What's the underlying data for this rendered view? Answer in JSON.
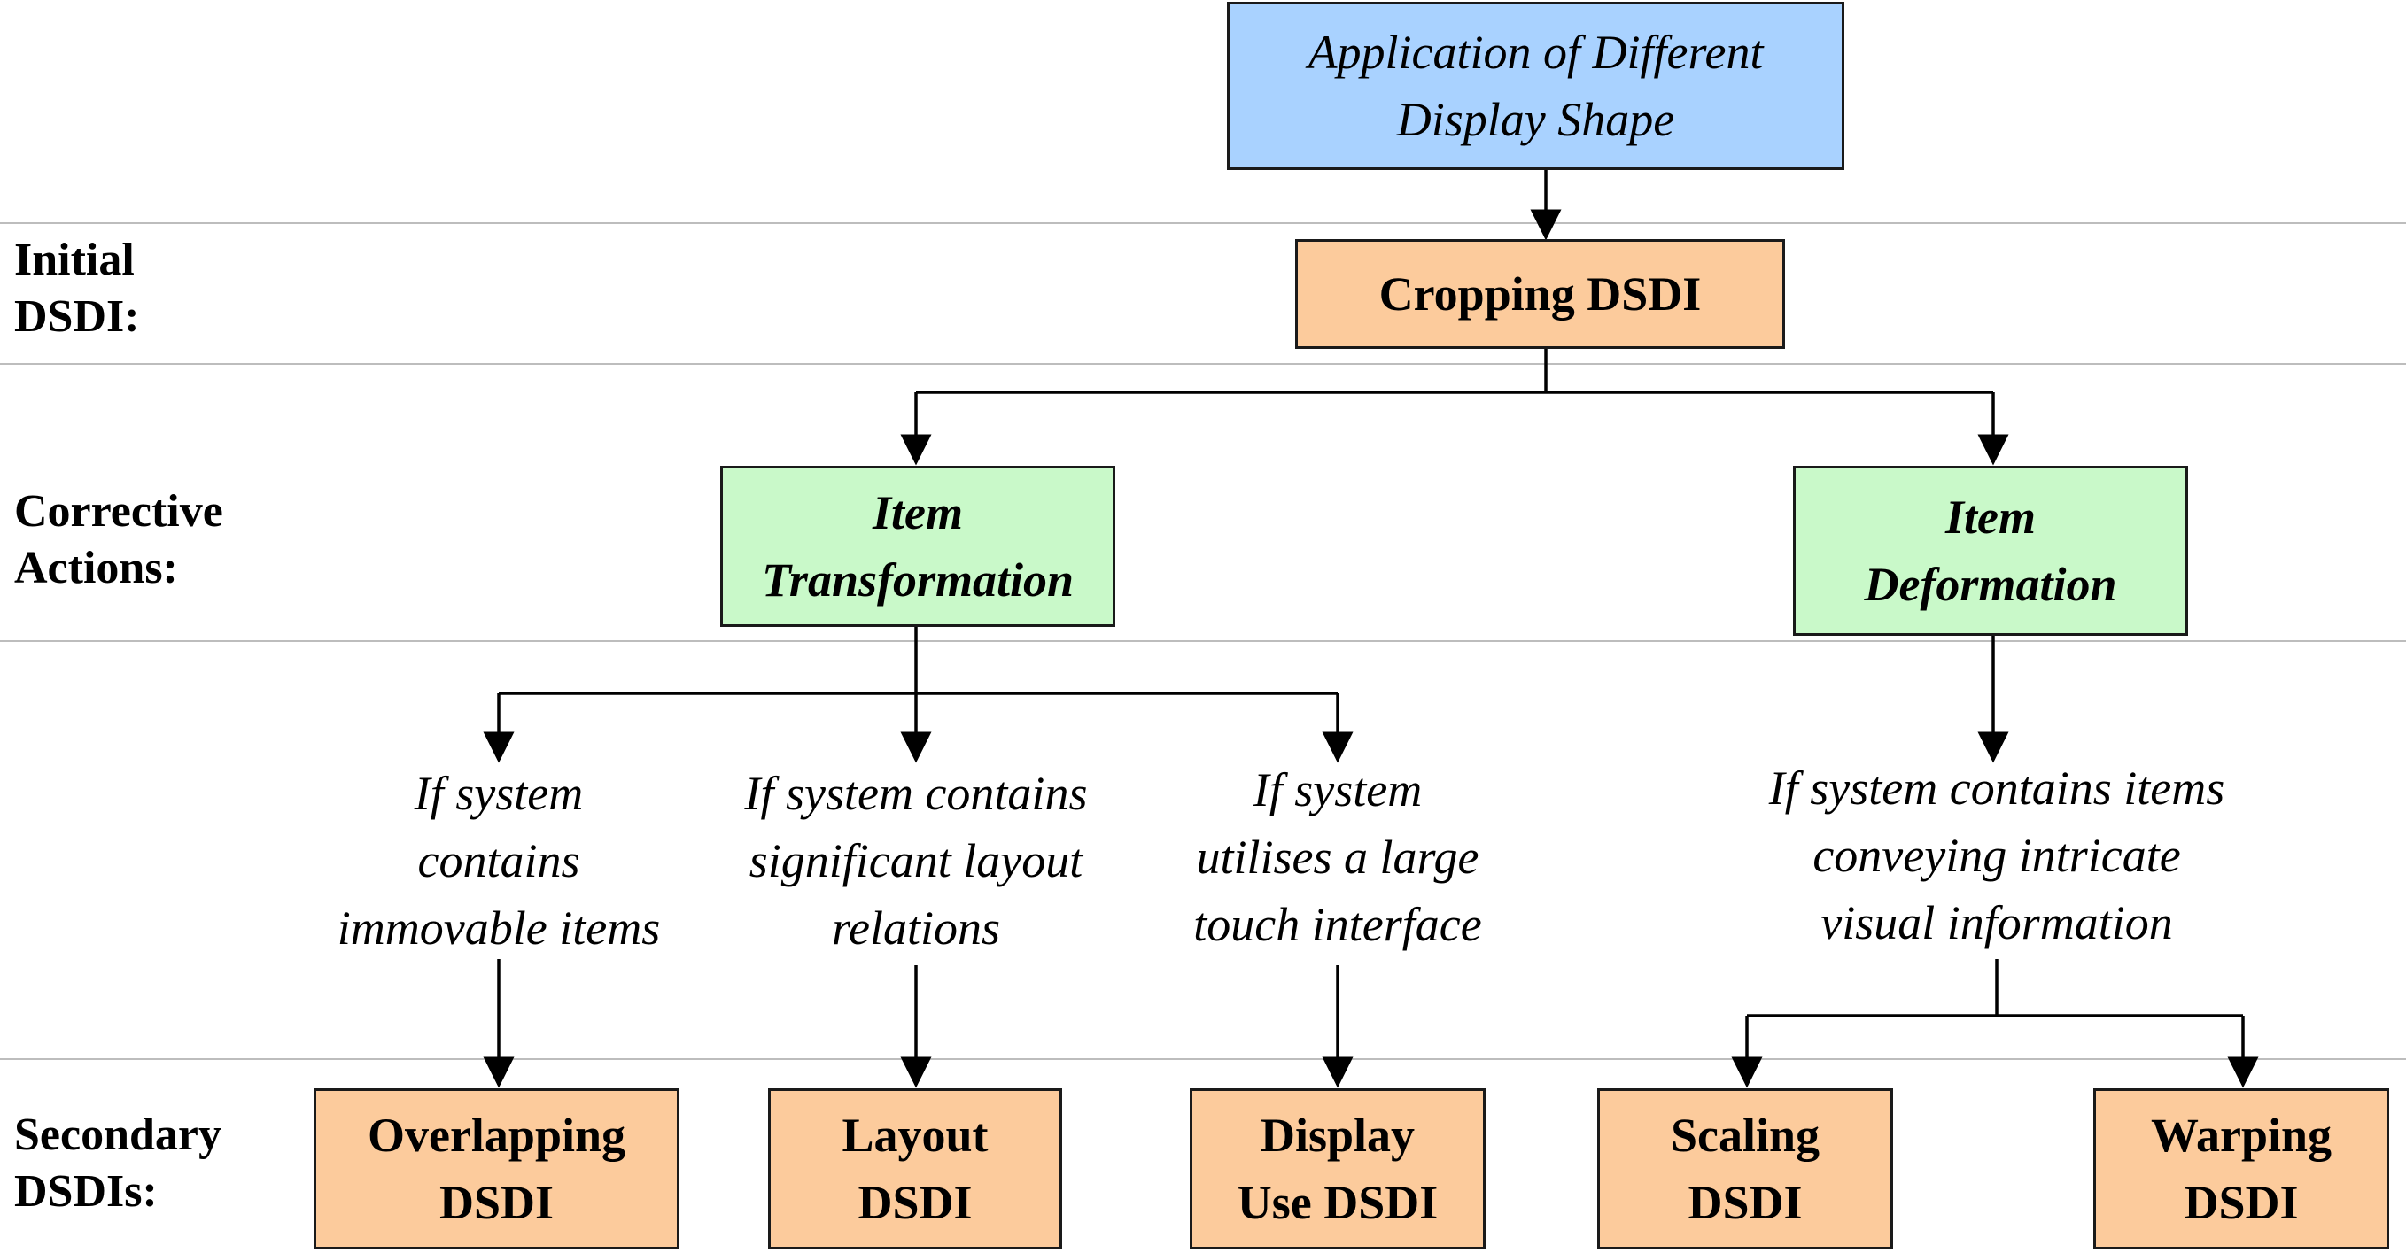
{
  "row_labels": {
    "initial": "Initial\nDSDI:",
    "corrective": "Corrective\nActions:",
    "secondary": "Secondary\nDSDIs:"
  },
  "nodes": {
    "root": "Application of Different\nDisplay Shape",
    "cropping": "Cropping DSDI",
    "transformation": "Item\nTransformation",
    "deformation": "Item\nDeformation",
    "overlapping": "Overlapping\nDSDI",
    "layout": "Layout\nDSDI",
    "display_use": "Display\nUse DSDI",
    "scaling": "Scaling\nDSDI",
    "warping": "Warping\nDSDI"
  },
  "conditions": {
    "immovable": "If system\ncontains\nimmovable items",
    "layout_relations": "If system contains\nsignificant layout\nrelations",
    "touch": "If system\nutilises a large\ntouch interface",
    "intricate": "If system contains items\nconveying intricate\nvisual information"
  },
  "colors": {
    "root_fill": "#a9d2ff",
    "dsdi_fill": "#fccb9c",
    "action_fill": "#c9f9c9"
  }
}
